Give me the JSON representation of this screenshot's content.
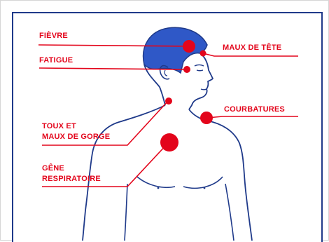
{
  "labels": {
    "fievre": "FIÈVRE",
    "fatigue": "FATIGUE",
    "maux_de_tete": "MAUX DE TÊTE",
    "courbatures": "COURBATURES",
    "toux_line1": "TOUX ET",
    "toux_line2": "MAUX DE GORGE",
    "gene_line1": "GÊNE",
    "gene_line2": "RESPIRATOIRE"
  },
  "colors": {
    "symptom_red": "#e3051b",
    "outline_blue": "#1f3a8a",
    "hair_blue": "#2f58c7"
  }
}
